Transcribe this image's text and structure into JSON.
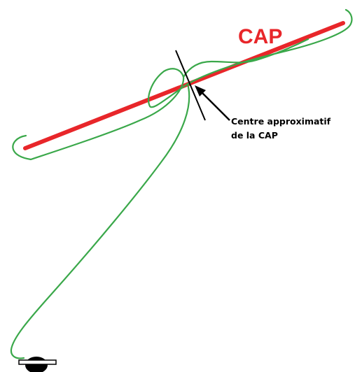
{
  "labels": {
    "cap": "CAP",
    "annotation_line1": "Centre approximatif",
    "annotation_line2": "de la CAP"
  },
  "colors": {
    "cap_line": "#e8262a",
    "flight_path": "#3aa84a",
    "marker": "#000000",
    "background": "#ffffff"
  }
}
